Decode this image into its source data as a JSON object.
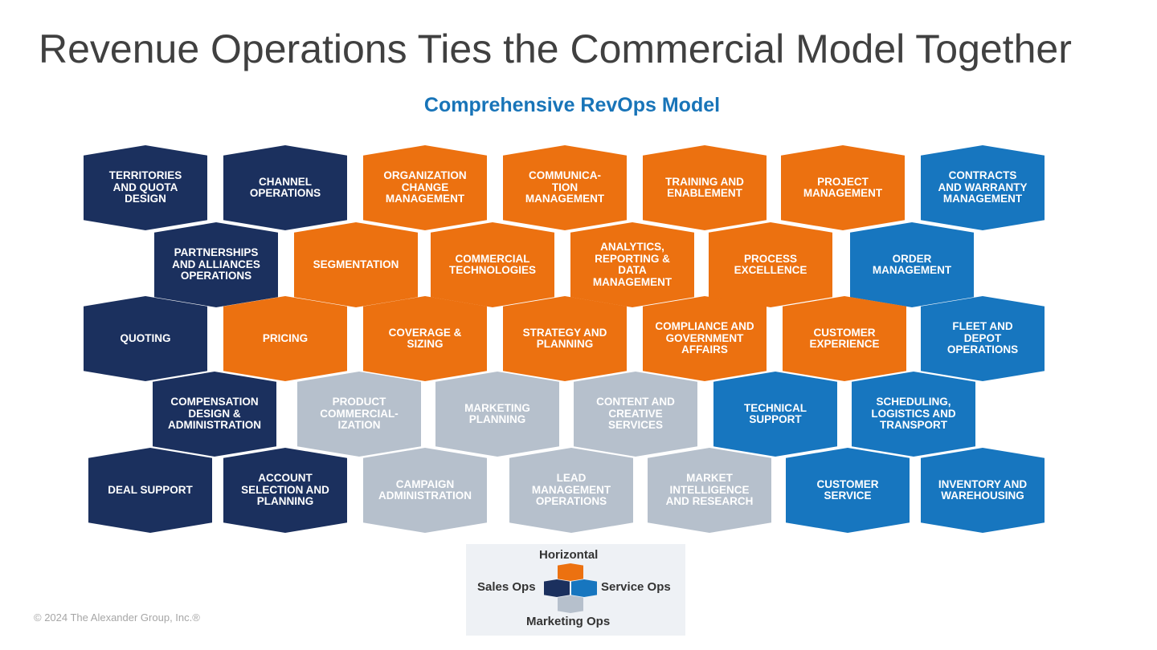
{
  "title": "Revenue Operations Ties the Commercial Model Together",
  "subtitle": "Comprehensive RevOps Model",
  "colors": {
    "sales": "#1b305e",
    "horizontal": "#ec7110",
    "service": "#1776bf",
    "marketing": "#b6c0cc"
  },
  "hexagons": [
    {
      "label": "Territories\nand Quota\nDesign",
      "category": "sales"
    },
    {
      "label": "Channel\nOperations",
      "category": "sales"
    },
    {
      "label": "Organization\nChange\nManagement",
      "category": "horizontal"
    },
    {
      "label": "Communica-\ntion\nManagement",
      "category": "horizontal"
    },
    {
      "label": "Training and\nEnablement",
      "category": "horizontal"
    },
    {
      "label": "Project\nManagement",
      "category": "horizontal"
    },
    {
      "label": "Contracts\nand Warranty\nManagement",
      "category": "service"
    },
    {
      "label": "Partnerships\nand Alliances\nOperations",
      "category": "sales"
    },
    {
      "label": "Segmentation",
      "category": "horizontal"
    },
    {
      "label": "Commercial\nTechnologies",
      "category": "horizontal"
    },
    {
      "label": "Analytics,\nReporting &\nData\nManagement",
      "category": "horizontal"
    },
    {
      "label": "Process\nExcellence",
      "category": "horizontal"
    },
    {
      "label": "Order\nManagement",
      "category": "service"
    },
    {
      "label": "Quoting",
      "category": "sales"
    },
    {
      "label": "Pricing",
      "category": "horizontal"
    },
    {
      "label": "Coverage &\nSizing",
      "category": "horizontal"
    },
    {
      "label": "Strategy and\nPlanning",
      "category": "horizontal"
    },
    {
      "label": "Compliance and\nGovernment\nAffairs",
      "category": "horizontal"
    },
    {
      "label": "Customer\nExperience",
      "category": "horizontal"
    },
    {
      "label": "Fleet and\nDepot\nOperations",
      "category": "service"
    },
    {
      "label": "Compensation\nDesign &\nAdministration",
      "category": "sales"
    },
    {
      "label": "Product\nCommercial-\nization",
      "category": "marketing"
    },
    {
      "label": "Marketing\nPlanning",
      "category": "marketing"
    },
    {
      "label": "Content and\nCreative\nServices",
      "category": "marketing"
    },
    {
      "label": "Technical\nSupport",
      "category": "service"
    },
    {
      "label": "Scheduling,\nLogistics and\nTransport",
      "category": "service"
    },
    {
      "label": "Deal Support",
      "category": "sales"
    },
    {
      "label": "Account\nSelection and\nPlanning",
      "category": "sales"
    },
    {
      "label": "Campaign\nAdministration",
      "category": "marketing"
    },
    {
      "label": "Lead\nManagement\nOperations",
      "category": "marketing"
    },
    {
      "label": "Market\nIntelligence\nand Research",
      "category": "marketing"
    },
    {
      "label": "Customer\nService",
      "category": "service"
    },
    {
      "label": "Inventory and\nWarehousing",
      "category": "service"
    }
  ],
  "legend": {
    "top": "Horizontal",
    "left": "Sales Ops",
    "right": "Service Ops",
    "bottom": "Marketing Ops"
  },
  "footer": "© 2024 The Alexander Group, Inc.®"
}
